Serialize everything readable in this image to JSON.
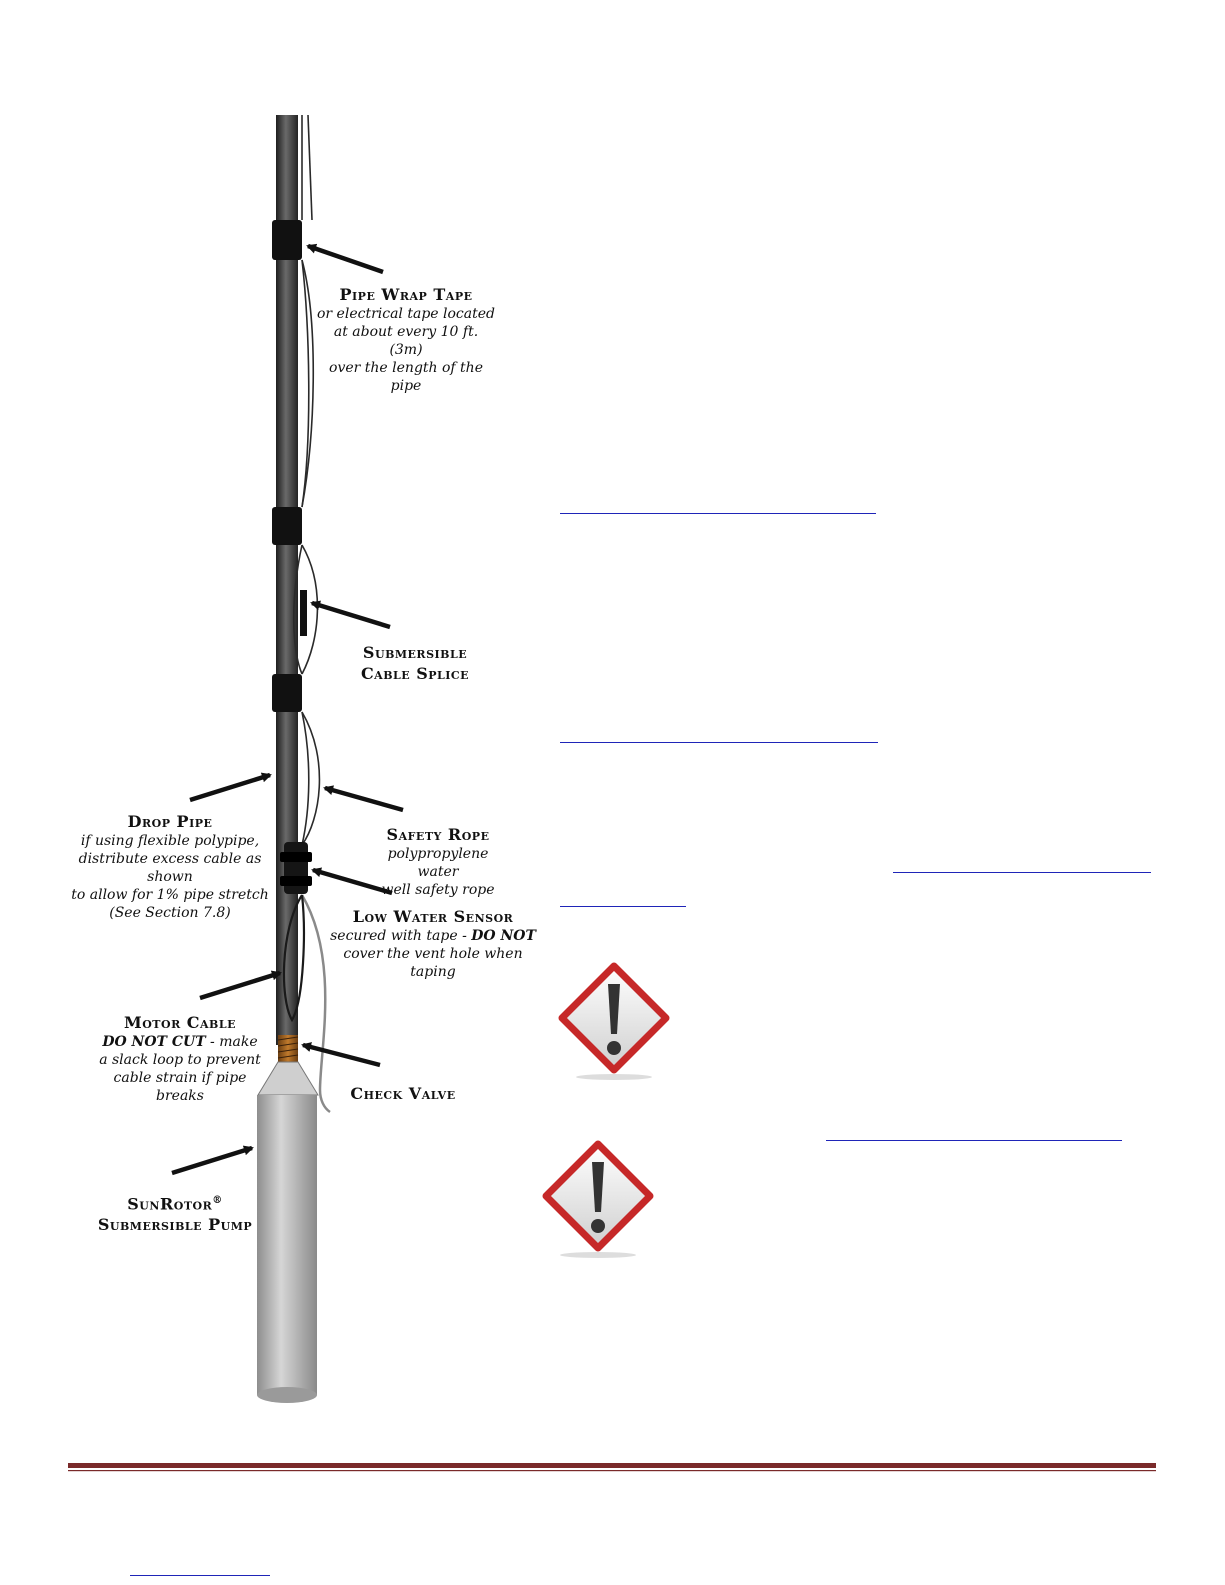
{
  "labels": {
    "pipe_wrap_tape": {
      "title": "Pipe Wrap Tape",
      "lines": [
        "or electrical tape located",
        "at about every 10 ft. (3m)",
        "over the length of the pipe"
      ]
    },
    "cable_splice": {
      "title_line1": "Submersible",
      "title_line2": "Cable Splice"
    },
    "drop_pipe": {
      "title": "Drop Pipe",
      "lines": [
        "if using flexible polypipe,",
        "distribute excess cable as shown",
        "to allow for 1% pipe stretch",
        "(See Section 7.8)"
      ]
    },
    "safety_rope": {
      "title": "Safety Rope",
      "lines": [
        "polypropylene water",
        "well safety rope"
      ]
    },
    "low_water_sensor": {
      "title": "Low Water Sensor",
      "line1_prefix": "secured with tape - ",
      "line1_emph": "DO NOT",
      "line2": "cover the vent hole when taping"
    },
    "motor_cable": {
      "title": "Motor Cable",
      "line1_emph": "DO NOT CUT",
      "line1_suffix": " - make",
      "lines": [
        "a slack loop to prevent",
        "cable strain if pipe breaks"
      ]
    },
    "check_valve": {
      "title": "Check Valve"
    },
    "pump": {
      "title_line1": "SunRotor",
      "registered": "®",
      "title_line2": "Submersible Pump"
    }
  },
  "icons": [
    "warning-icon",
    "warning-icon"
  ],
  "colors": {
    "link": "#1f25b8",
    "footer_rule": "#7a2a2a",
    "pipe": "#3e3e3e",
    "pump_body": "#b4b4b4",
    "warning_border": "#c62828"
  }
}
